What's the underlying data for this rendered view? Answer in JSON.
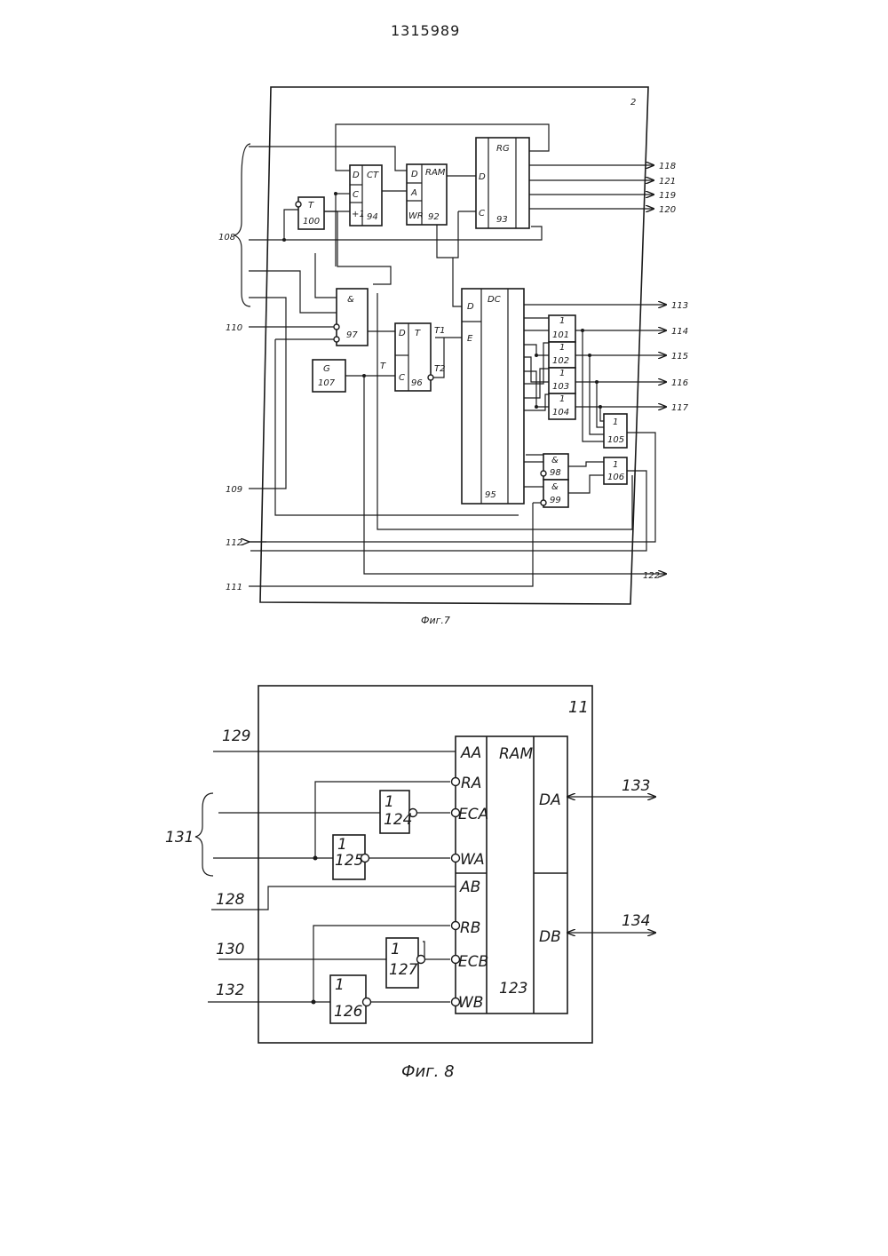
{
  "page": {
    "patent_number": "1315989"
  },
  "fig7": {
    "caption": "Фиг.7",
    "corner_label": "2",
    "blocks": {
      "ct": {
        "title": "CT",
        "num": "94",
        "pins": [
          "D",
          "C",
          "+1"
        ]
      },
      "ram": {
        "title": "RAM",
        "num": "92",
        "pins": [
          "D",
          "A",
          "WR"
        ]
      },
      "rg": {
        "title": "RG",
        "num": "93",
        "pins": [
          "D",
          "C"
        ]
      },
      "t100": {
        "title": "T",
        "num": "100"
      },
      "and97": {
        "title": "&",
        "num": "97"
      },
      "trig96": {
        "title": "T",
        "num": "96",
        "pins": [
          "D",
          "C"
        ],
        "outs": [
          "T1",
          "T2"
        ]
      },
      "gen107": {
        "title": "G",
        "num": "107"
      },
      "dc95": {
        "title": "DC",
        "num": "95",
        "pins": [
          "D",
          "E"
        ]
      },
      "or101": {
        "title": "1",
        "num": "101"
      },
      "or102": {
        "title": "1",
        "num": "102"
      },
      "or103": {
        "title": "1",
        "num": "103"
      },
      "or104": {
        "title": "1",
        "num": "104"
      },
      "or105": {
        "title": "1",
        "num": "105"
      },
      "or106": {
        "title": "1",
        "num": "106"
      },
      "and98": {
        "title": "&",
        "num": "98"
      },
      "and99": {
        "title": "&",
        "num": "99"
      }
    },
    "t_label": "T",
    "inputs": [
      "108",
      "110",
      "109",
      "112",
      "111"
    ],
    "outputs": [
      "118",
      "121",
      "119",
      "120",
      "113",
      "114",
      "115",
      "116",
      "117",
      "122"
    ]
  },
  "fig8": {
    "caption": "Фиг. 8",
    "corner_label": "11",
    "ram": {
      "title": "RAM",
      "num": "123",
      "ports_a": [
        "AA",
        "RA",
        "ECA",
        "WA"
      ],
      "ports_b": [
        "AB",
        "RB",
        "ECB",
        "WB"
      ],
      "data_a": "DA",
      "data_b": "DB"
    },
    "inverters": [
      {
        "title": "1",
        "num": "124"
      },
      {
        "title": "1",
        "num": "125"
      },
      {
        "title": "1",
        "num": "127"
      },
      {
        "title": "1",
        "num": "126"
      }
    ],
    "inputs": [
      "129",
      "131",
      "128",
      "130",
      "132"
    ],
    "outputs": [
      "133",
      "134"
    ]
  }
}
